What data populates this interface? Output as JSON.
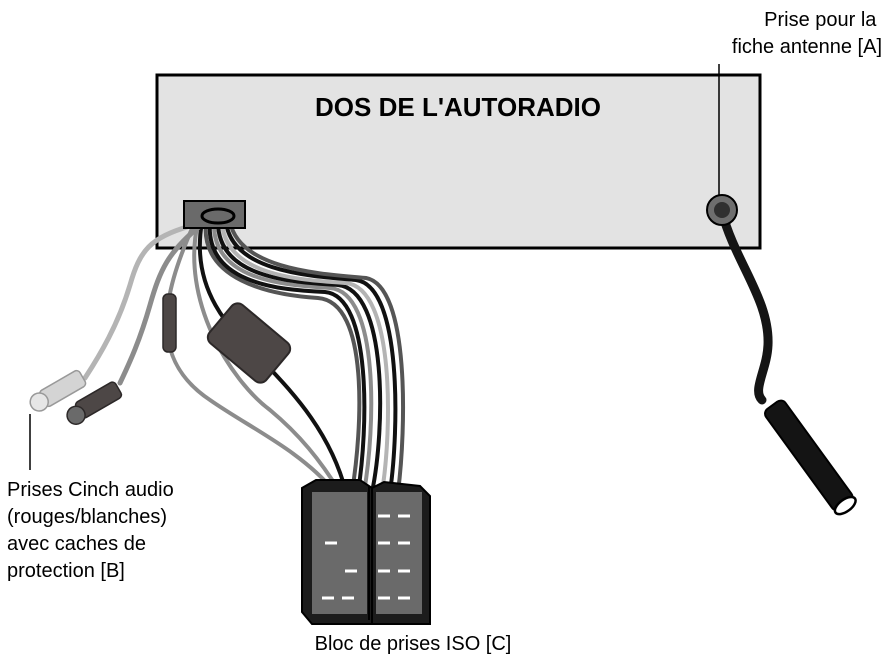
{
  "radio": {
    "title": "DOS DE L'AUTORADIO"
  },
  "labels": {
    "antenna": [
      "Prise pour la",
      "fiche antenne [A]"
    ],
    "cinch": [
      "Prises Cinch audio",
      "(rouges/blanches)",
      "avec caches de",
      "protection [B]"
    ],
    "iso": "Bloc de prises ISO [C]"
  },
  "colors": {
    "panel": "#e3e3e3",
    "outline": "#000000",
    "wire_black": "#111111",
    "wire_dark": "#555555",
    "wire_gray": "#8c8c8c",
    "wire_light": "#b4b4b4",
    "connector": "#6a6a6a",
    "filter_box": "#4d4746"
  }
}
